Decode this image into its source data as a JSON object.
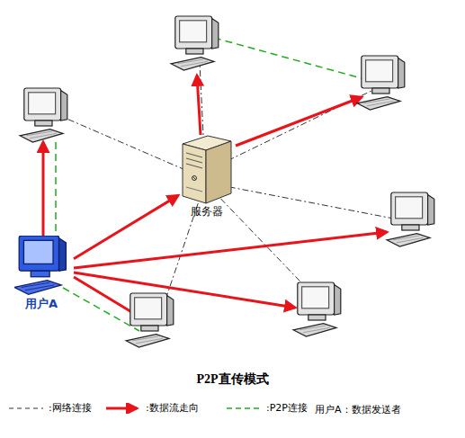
{
  "diagram": {
    "title": "P2P直传模式",
    "nodes": [
      {
        "text": [
          "服务器"
        ]
      },
      {
        "text": [
          "用户A"
        ]
      }
    ],
    "edges": [
      {
        "from": 1,
        "to": 0,
        "arrow": "to"
      }
    ],
    "labels": [
      "用户A：数据发送者"
    ],
    "legend": [
      {
        "text": ":网络连接"
      },
      {
        "text": ":数据流走向"
      },
      {
        "text": ":P2P连接"
      }
    ]
  }
}
